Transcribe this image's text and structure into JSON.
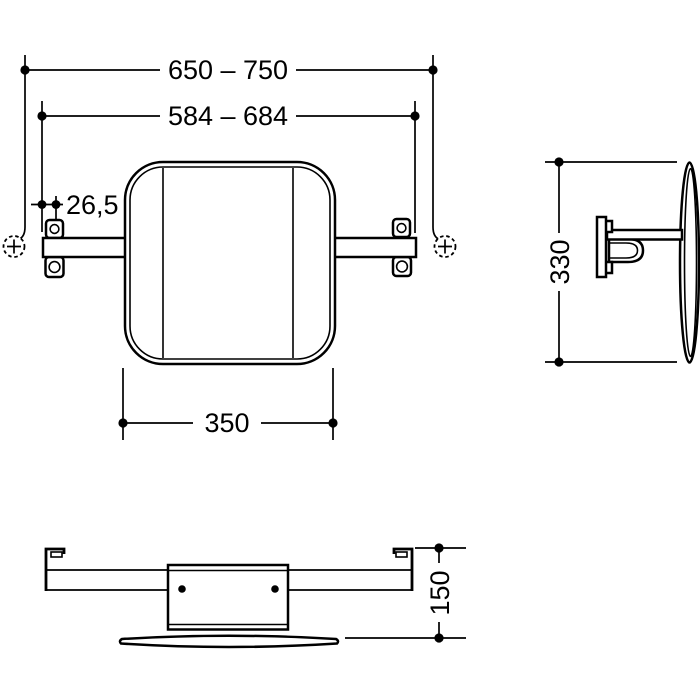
{
  "page": {
    "background_color": "#ffffff",
    "line_color": "#000000",
    "description": "Technical dimension drawing of a wall-mounted backrest with mounting rail, shown in front, side and plan views"
  },
  "views": {
    "front": {
      "name": "front-view",
      "dims": {
        "overall_width": "650 – 750",
        "fixing_centers": "584 – 684",
        "edge_offset": "26,5",
        "pad_width": "350"
      }
    },
    "side": {
      "name": "side-view",
      "dims": {
        "pad_height": "330"
      }
    },
    "plan": {
      "name": "plan-view",
      "dims": {
        "depth": "150"
      }
    }
  },
  "symbols": {
    "mounting_point_marker": "⊕"
  }
}
